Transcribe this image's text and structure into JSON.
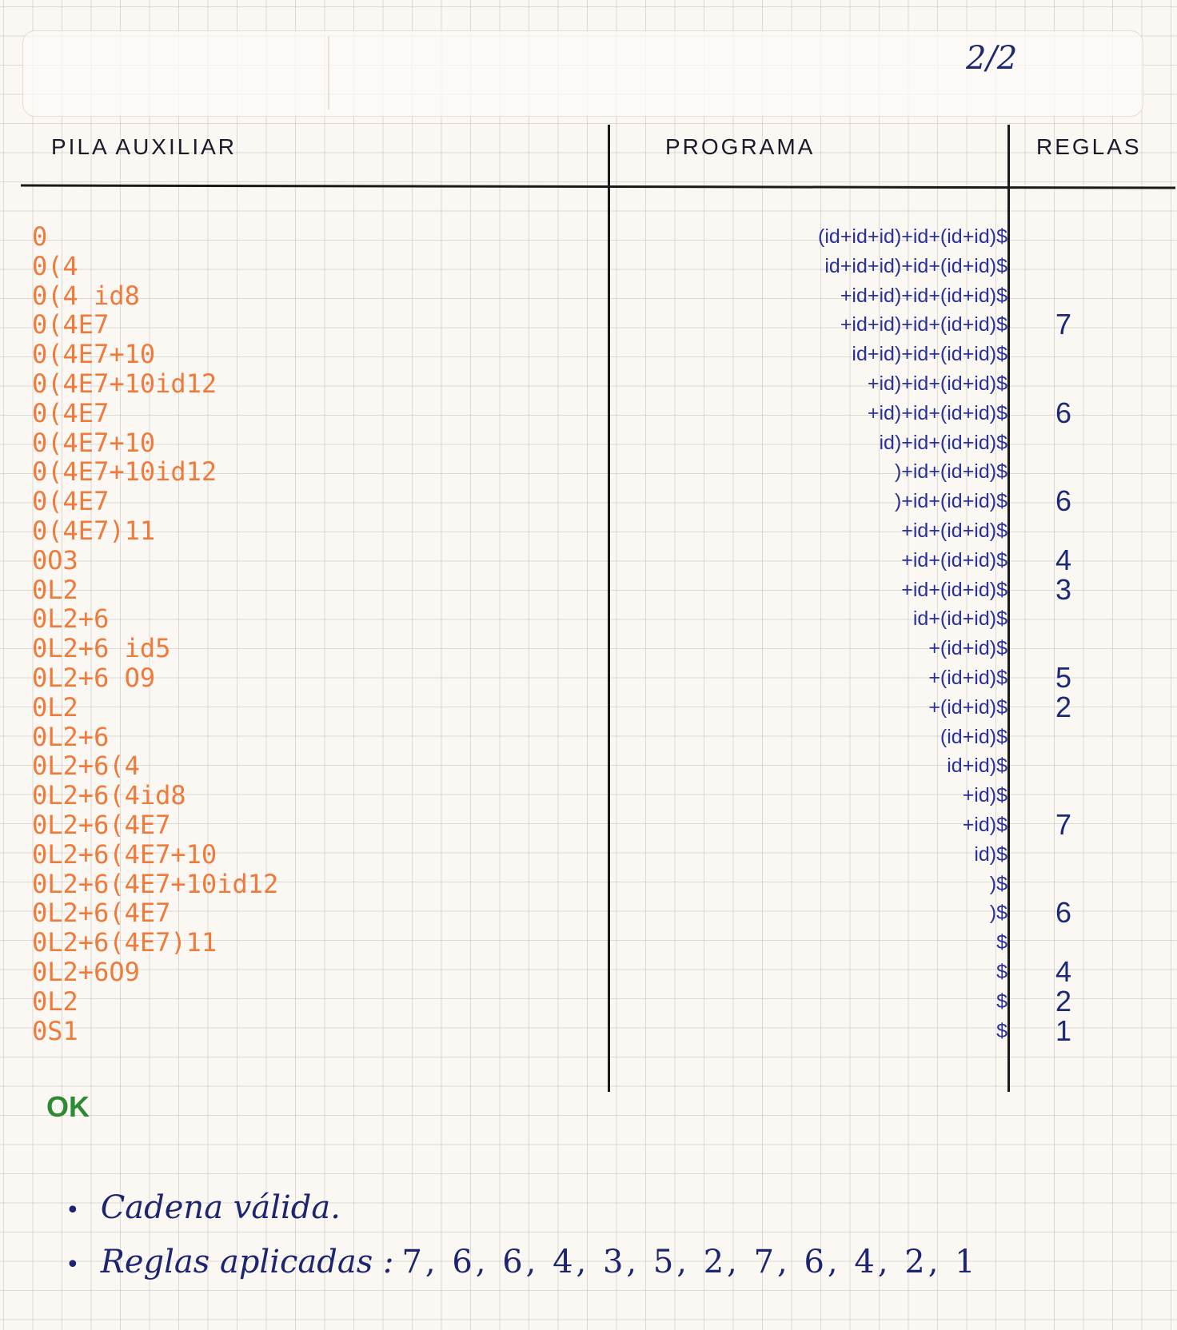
{
  "page_number": "2/2",
  "headers": {
    "stack": "PILA AUXILIAR",
    "program": "PROGRAMA",
    "rules": "REGLAS"
  },
  "stack_rows": [
    "0",
    "0(4",
    "0(4 id8",
    "0(4E7",
    "0(4E7+10",
    "0(4E7+10id12",
    "0(4E7",
    "0(4E7+10",
    "0(4E7+10id12",
    "0(4E7",
    "0(4E7)11",
    "0O3",
    "0L2",
    "0L2+6",
    "0L2+6 id5",
    "0L2+6 O9",
    "0L2",
    "0L2+6",
    "0L2+6(4",
    "0L2+6(4id8",
    "0L2+6(4E7",
    "0L2+6(4E7+10",
    "0L2+6(4E7+10id12",
    "0L2+6(4E7",
    "0L2+6(4E7)11",
    "0L2+6O9",
    "0L2",
    "0S1"
  ],
  "program_rows": [
    "(id+id+id)+id+(id+id)$",
    "id+id+id)+id+(id+id)$",
    "+id+id)+id+(id+id)$",
    "+id+id)+id+(id+id)$",
    "id+id)+id+(id+id)$",
    "+id)+id+(id+id)$",
    "+id)+id+(id+id)$",
    "id)+id+(id+id)$",
    ")+id+(id+id)$",
    ")+id+(id+id)$",
    "+id+(id+id)$",
    "+id+(id+id)$",
    "+id+(id+id)$",
    "id+(id+id)$",
    "+(id+id)$",
    "+(id+id)$",
    "+(id+id)$",
    "(id+id)$",
    "id+id)$",
    "+id)$",
    "+id)$",
    "id)$",
    ")$",
    ")$",
    "$",
    "$",
    "$",
    "$"
  ],
  "rule_rows": [
    "",
    "",
    "",
    "7",
    "",
    "",
    "6",
    "",
    "",
    "6",
    "",
    "4",
    "3",
    "",
    "",
    "5",
    "2",
    "",
    "",
    "",
    "7",
    "",
    "",
    "6",
    "",
    "4",
    "2",
    "1"
  ],
  "ok_label": "OK",
  "notes": {
    "valid": "Cadena válida.",
    "applied_label": "Reglas aplicadas :",
    "applied_rules": "7, 6, 6, 4, 3, 5, 2, 7, 6, 4, 2, 1"
  },
  "colors": {
    "stack_orange": "#ef7a3a",
    "program_blue": "#28309a",
    "rules_navy": "#1a2a78",
    "ok_green": "#2f8a34"
  }
}
